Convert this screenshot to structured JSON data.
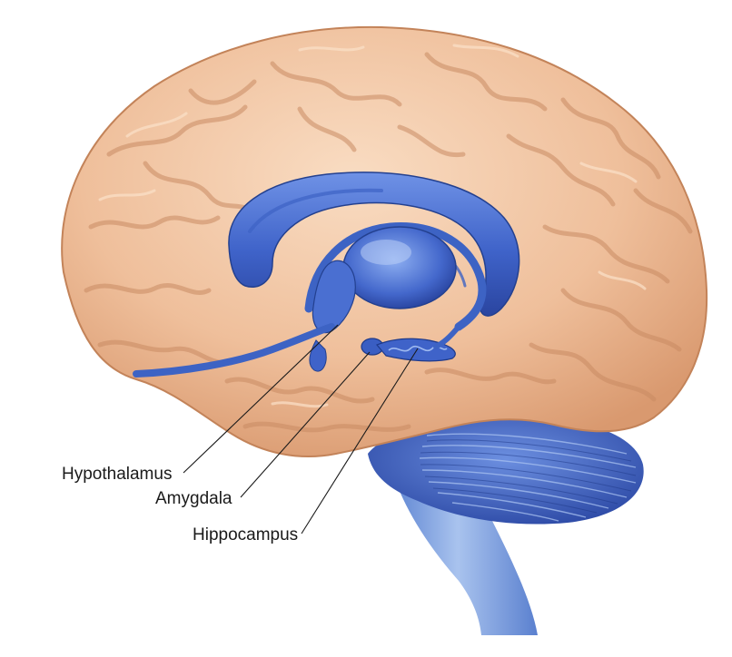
{
  "labels": {
    "hypothalamus": "Hypothalamus",
    "amygdala": "Amygdala",
    "hippocampus": "Hippocampus"
  },
  "colors": {
    "cortex": "#f2c7a5",
    "cortex_shadow": "#c98a62",
    "limbic_blue": "#4a6fd1",
    "limbic_dark": "#2c49a8",
    "brainstem": "#7fa3dc",
    "text": "#1a1a1a"
  }
}
